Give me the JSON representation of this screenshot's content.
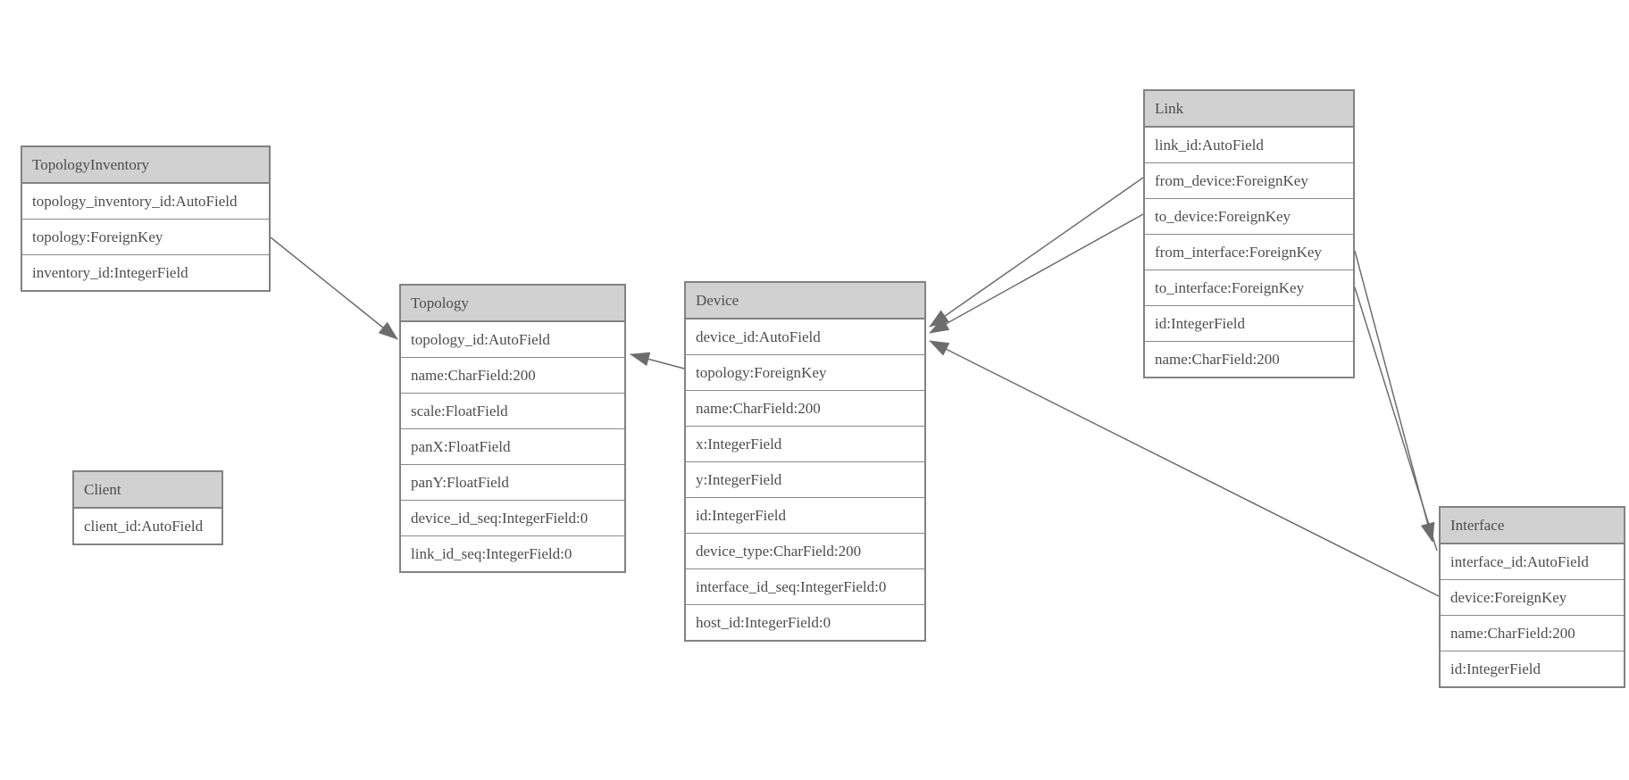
{
  "diagram": {
    "type": "entity-relationship-model-diagram",
    "colors": {
      "background": "#ffffff",
      "table_header_fill": "#d1d1d1",
      "table_border": "#828282",
      "text": "#4d4d4d",
      "relation_line": "#6d6d6d",
      "arrowhead_fill": "#6d6d6d"
    },
    "tables": [
      {
        "title": "TopologyInventory",
        "fields": [
          "topology_inventory_id:AutoField",
          "topology:ForeignKey",
          "inventory_id:IntegerField"
        ]
      },
      {
        "title": "Topology",
        "fields": [
          "topology_id:AutoField",
          "name:CharField:200",
          "scale:FloatField",
          "panX:FloatField",
          "panY:FloatField",
          "device_id_seq:IntegerField:0",
          "link_id_seq:IntegerField:0"
        ]
      },
      {
        "title": "Client",
        "fields": [
          "client_id:AutoField"
        ]
      },
      {
        "title": "Device",
        "fields": [
          "device_id:AutoField",
          "topology:ForeignKey",
          "name:CharField:200",
          "x:IntegerField",
          "y:IntegerField",
          "id:IntegerField",
          "device_type:CharField:200",
          "interface_id_seq:IntegerField:0",
          "host_id:IntegerField:0"
        ]
      },
      {
        "title": "Link",
        "fields": [
          "link_id:AutoField",
          "from_device:ForeignKey",
          "to_device:ForeignKey",
          "from_interface:ForeignKey",
          "to_interface:ForeignKey",
          "id:IntegerField",
          "name:CharField:200"
        ]
      },
      {
        "title": "Interface",
        "fields": [
          "interface_id:AutoField",
          "device:ForeignKey",
          "name:CharField:200",
          "id:IntegerField"
        ]
      }
    ],
    "edges": [
      {
        "from": "TopologyInventory.topology",
        "to": "Topology"
      },
      {
        "from": "Device.topology",
        "to": "Topology"
      },
      {
        "from": "Link.from_device",
        "to": "Device"
      },
      {
        "from": "Link.to_device",
        "to": "Device"
      },
      {
        "from": "Interface.device",
        "to": "Device"
      },
      {
        "from": "Link.from_interface",
        "to": "Interface"
      },
      {
        "from": "Link.to_interface",
        "to": "Interface"
      }
    ]
  }
}
